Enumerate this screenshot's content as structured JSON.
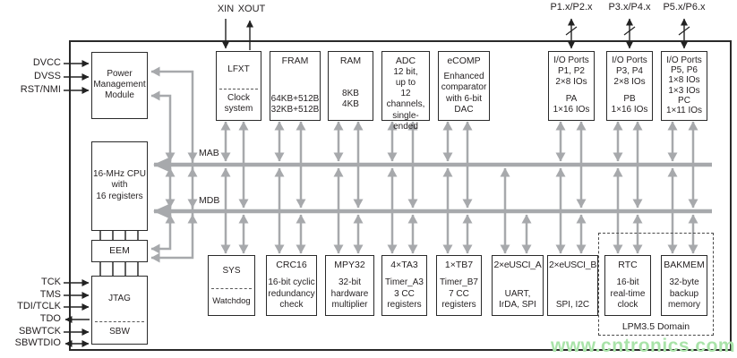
{
  "pins": {
    "dvcc": "DVCC",
    "dvss": "DVSS",
    "rstnmi": "RST/NMI",
    "tck": "TCK",
    "tms": "TMS",
    "tdi": "TDI/TCLK",
    "tdo": "TDO",
    "sbwtck": "SBWTCK",
    "sbwtdio": "SBWTDIO",
    "xin": "XIN",
    "xout": "XOUT",
    "p12": "P1.x/P2.x",
    "p34": "P3.x/P4.x",
    "p56": "P5.x/P6.x"
  },
  "buses": {
    "mab": "MAB",
    "mdb": "MDB"
  },
  "blocks": {
    "pmm": {
      "label": "Power\nManagement\nModule"
    },
    "cpu": {
      "label": "16-MHz CPU\nwith\n16 registers"
    },
    "eem": {
      "label": "EEM"
    },
    "jtag": {
      "title": "JTAG",
      "sub": "SBW"
    },
    "lfxt": {
      "title": "LFXT",
      "sub": "Clock\nsystem"
    },
    "fram": {
      "title": "FRAM",
      "sub": "64KB+512B\n32KB+512B"
    },
    "ram": {
      "title": "RAM",
      "sub": "8KB\n4KB"
    },
    "adc": {
      "title": "ADC",
      "sub": "12 bit,\nup to\n12 channels,\nsingle-ended"
    },
    "ecomp": {
      "title": "eCOMP",
      "sub": "Enhanced\ncomparator\nwith 6-bit\nDAC"
    },
    "io12": {
      "title": "I/O Ports\nP1, P2\n2×8 IOs",
      "sub": "PA\n1×16 IOs"
    },
    "io34": {
      "title": "I/O Ports\nP3, P4\n2×8 IOs",
      "sub": "PB\n1×16 IOs"
    },
    "io56": {
      "title": "I/O Ports\nP5, P6\n1×8 IOs\n1×3 IOs",
      "sub": "PC\n1×11 IOs"
    },
    "sys": {
      "title": "SYS",
      "sub": "Watchdog"
    },
    "crc": {
      "title": "CRC16",
      "sub": "16-bit cyclic\nredundancy\ncheck"
    },
    "mpy": {
      "title": "MPY32",
      "sub": "32-bit\nhardware\nmultiplier"
    },
    "ta3": {
      "title": "4×TA3",
      "sub": "Timer_A3\n3 CC\nregisters"
    },
    "tb7": {
      "title": "1×TB7",
      "sub": "Timer_B7\n7 CC\nregisters"
    },
    "euscia": {
      "title": "2×eUSCI_A",
      "sub": "UART,\nIrDA, SPI"
    },
    "euscib": {
      "title": "2×eUSCI_B",
      "sub": "SPI, I2C"
    },
    "rtc": {
      "title": "RTC",
      "sub": "16-bit\nreal-time\nclock"
    },
    "bakmem": {
      "title": "BAKMEM",
      "sub": "32-byte\nbackup\nmemory"
    }
  },
  "lpm_domain_label": "LPM3.5 Domain",
  "watermark": "www.cntronics.com",
  "colors": {
    "arrow_gray": "#a7a9ac",
    "line_black": "#2a2a2a",
    "watermark_green": "#a9e3a9"
  }
}
